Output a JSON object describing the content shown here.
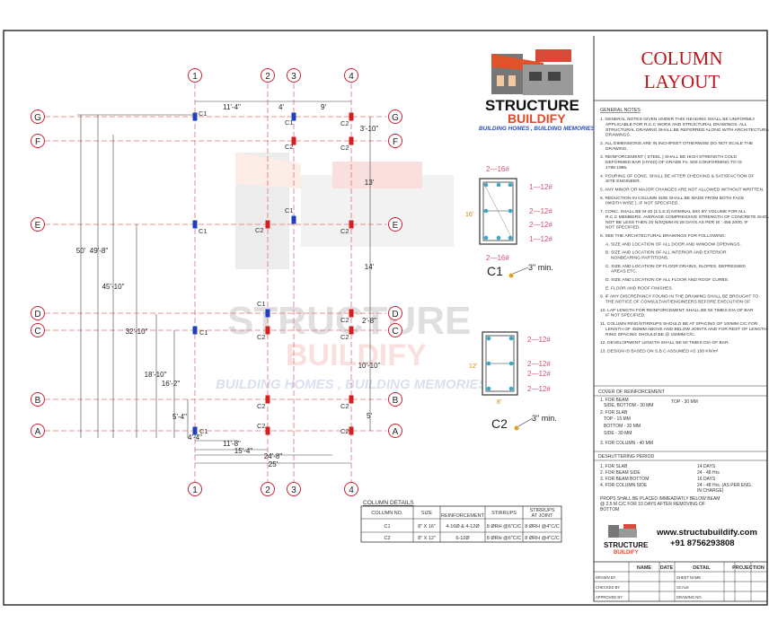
{
  "title": {
    "line1": "COLUMN",
    "line2": "LAYOUT"
  },
  "logo": {
    "name1": "STRUCTURE",
    "name2": "BUILDIFY",
    "tagline": "BUILDING HOMES , BUILDING MEMORIES",
    "small_name1": "STRUCTURE",
    "small_name2": "BUILDIFY"
  },
  "watermark": {
    "name1": "STRUCTURE",
    "name2": "BUILDIFY",
    "tagline": "BUILDING HOMES , BUILDING MEMORIES"
  },
  "contact": {
    "website": "www.structubuildify.com",
    "phone": "+91 8756293808"
  },
  "grid": {
    "vertical": [
      "1",
      "2",
      "3",
      "4"
    ],
    "horizontal": [
      "G",
      "F",
      "E",
      "D",
      "C",
      "B",
      "A"
    ]
  },
  "dimensions": {
    "top": [
      "11'-4\"",
      "4'",
      "9'"
    ],
    "right": [
      "3'-10\"",
      "13'",
      "14'",
      "2'-8\"",
      "10'-10\"",
      "5'"
    ],
    "left": [
      "50'",
      "49'-8\"",
      "45'-10\"",
      "32'-10\"",
      "18'-10\"",
      "16'-2\"",
      "5'-4\"",
      "4'-4\""
    ],
    "bottom": [
      "11'-8\"",
      "15'-4\"",
      "24'-8\"",
      "25'"
    ]
  },
  "column_labels": {
    "c1": "C1",
    "c2": "C2"
  },
  "sections": {
    "c1": {
      "name": "C1",
      "top_bars": "2—16#",
      "side1": "1—12#",
      "side2": "2—12#",
      "side3": "2—12#",
      "side4": "1—12#",
      "bottom_bars": "2—16#",
      "depth": "16'",
      "cover": "3\" min."
    },
    "c2": {
      "name": "C2",
      "top_bars": "2—12#",
      "side1": "2—12#",
      "side2": "2—12#",
      "side3": "2—12#",
      "width": "8'",
      "depth": "12'",
      "cover": "3\" min."
    }
  },
  "general_notes": {
    "heading": "GENERAL NOTES",
    "items": [
      "1. GENERAL NOTES GIVEN UNDER THIS HEADING SHALL BE UNIFORMLY APPLICABLE FOR R.C.C WORK AND STRUCTURAL DRAWINGS. ALL STRUCTURAL DRAWING SHALL BE REFERRED ALONG WITH ARCHITECTURAL DRAWINGS.",
      "2. ALL DIMENSIONS ARE IN INCH/FEET OTHERWISE DO NOT SCALE THE DRAWING.",
      "3. REINFORCEMENT ( STEEL ) SHALL BE HIGH STRENGTH COLD DEFORMED BAR (HYSD) OF GRADE Fe. 500 CONFORMING TO IS 1786:1985.",
      "4. POURING OF CONC. SHALL BE AFTER CHECKING & SATISFACTION OF SITE ENGINEER.",
      "5. ANY MINOR OR MAJOR CHANGES ARE NOT ALLOWED WITHOUT WRITTEN.",
      "6. REDUCTION IN COLUMN SIZE SHALL BE MADE FROM BOTH FACE (WIDTH WISE ), IF NOT SPECIFIED.",
      "7. CONC. SHALL BE M-20 (1:1.5:3) NOMINAL MIX BY VOLUME FOR ALL R.C.C MEMBERS. AVERAGE COMPRESSIVE STRENGTH OF CONCRETE SHOULD NOT BE LESS THEN 20 N/SQMM IN 28 DAYS AS PER IS : 456 2000, IF NOT SPECIFIED.",
      "8. SEE THE ARCHITECTURAL DRAWINGS FOR FOLLOWING:",
      "A. SIZE AND LOCATION OF ALL DOOR AND WINDOW OPENINGS.",
      "B. SIZE AND LOCATION OF ALL INTERIOR AND EXTERIOR NONBEARING PARTITIONS.",
      "C. SIZE AND LOCATION OF FLOOR DRAINS, SLOPES, DEPRESSED AREAS ETC.",
      "D. SIZE AND LOCATION OF ALL FLOOR AND ROOF CURBS.",
      "E. FLOOR AND ROOF FINISHES.",
      "9. IF ANY DISCREPANCY FOUND IN THE DRAWING SHALL BE BROUGHT TO THE NOTICE OF CONSULTANT/ENGINEERS BEFORE EXECUTION OF",
      "10. LAP LENGTH FOR REINFORCEMENT SHALL BE 50 TIMES DIA OF BAR IF NOT SPECIFIED.",
      "11. COLUMN RING/STIRRUPS SHOULD BE AT SPACING OF 100MM C/C FOR LENGTH OF 450MM ABOVE AND BELOW JOINTS AND FOR REST OF LENGTH RING SPACING SHOULD BE @ 150MM C/C.",
      "12. DEVELOPMENT LENGTH SHALL BE 50 TIMES DIA OF BAR.",
      "13. DESIGN IS BASED ON S.B.C ASSUMED AS 150 KN/m²"
    ]
  },
  "cover": {
    "heading": "COVER OF REINFORCEMENT",
    "lines": [
      "1. FOR BEAM",
      "SIDE, BOTTOM - 30 MM",
      "TOP - 30 MM",
      "2. FOR SLAB",
      "TOP - 15 MM",
      "BOTTOM - 20 MM",
      "SIDE - 30 MM",
      "3. FOR COLUMN - 40 MM"
    ]
  },
  "deshuttering": {
    "heading": "DESHUTTERING PERIOD",
    "lines": [
      "1. FOR SLAB",
      "2. FOR BEAM SIDE",
      "3. FOR BEAM BOTTOM",
      "4. FOR COLUMN SIDE",
      "14 DAYS",
      "24 - 48 Hrs",
      "16 DAYS",
      "24 - 48 Hrs. (AS PER ENG. IN CHARGE)",
      "PROPS SHALL BE PLACED IMMEADIATLY BELOW BEAM @ 2.5 M C/C FOR 10 DAYS AFTER REMOVING OF BOTTOM"
    ]
  },
  "column_details": {
    "title": "COLUMN DETAILS",
    "headers": [
      "COLUMN NO.",
      "SIZE",
      "REINFORCEMENT",
      "STIRRUPS",
      "STIRRUPS AT JOINT"
    ],
    "rows": [
      [
        "C1",
        "8\" X 16\"",
        "4-16Ø & 4-12Ø",
        "8 ØRH @6\"C/C",
        "8 ØRH @4\"C/C"
      ],
      [
        "C2",
        "8\" X 12\"",
        "6-12Ø",
        "8 ØRH @6\"C/C",
        "8 ØRH @4\"C/C"
      ]
    ]
  },
  "title_block": {
    "headers": [
      "NAME",
      "DATE",
      "DETAIL",
      "PROJECTION"
    ],
    "rows": [
      [
        "DRAWN BY",
        "",
        "",
        "SHEET NAME",
        "",
        ""
      ],
      [
        "CHECKED BY",
        "",
        "",
        "SCALE",
        "",
        ""
      ],
      [
        "APPROVED BY",
        "",
        "",
        "DRAWING NO.",
        "",
        ""
      ]
    ]
  },
  "colors": {
    "c1": "#1f3fbf",
    "c2": "#d62020",
    "title": "#c0141b",
    "grid": "#e07070"
  }
}
